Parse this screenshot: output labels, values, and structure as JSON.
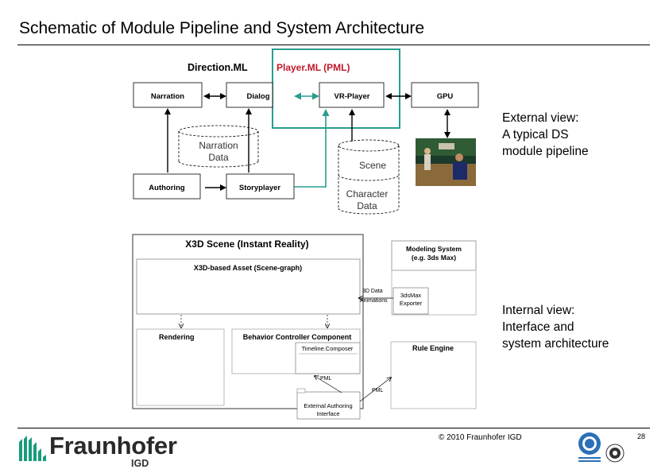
{
  "slide": {
    "title": "Schematic of Module Pipeline and System Architecture",
    "copyright": "© 2010 Fraunhofer IGD",
    "page_number": "28"
  },
  "external_caption": [
    "External view:",
    "A typical DS",
    "module pipeline"
  ],
  "internal_caption": [
    "Internal view:",
    "Interface and",
    "system architecture"
  ],
  "pipeline": {
    "direction_ml": "Direction.ML",
    "player_ml": "Player.ML (PML)",
    "narration": "Narration",
    "dialog": "Dialog",
    "vr_player": "VR-Player",
    "gpu": "GPU",
    "narration_data": [
      "Narration",
      "Data"
    ],
    "scene": "Scene",
    "character_data": [
      "Character",
      "Data"
    ],
    "authoring": "Authoring",
    "storyplayer": "Storyplayer",
    "colors": {
      "player_ml": "#2a9d8f",
      "arrow": "#000000"
    }
  },
  "architecture": {
    "x3d_scene": "X3D Scene (Instant Reality)",
    "x3d_asset": "X3D-based Asset (Scene-graph)",
    "modeling_system": [
      "Modeling System",
      "(e.g. 3ds Max)"
    ],
    "data_label": [
      "3D Data",
      "Animations"
    ],
    "exporter": [
      "3dsMax",
      "Exporter"
    ],
    "rendering": "Rendering",
    "behavior_controller": "Behavior Controller Component",
    "timeline_composer": "Timeline.Composer",
    "rule_engine": "Rule Engine",
    "pml_1": "PML",
    "pml_2": "PML",
    "external_authoring": [
      "External Authoring",
      "Interface"
    ]
  },
  "logo": {
    "name": "Fraunhofer",
    "sub": "IGD",
    "badge_1": "ISO 9001 certification seal",
    "badge_2": "IQNet certification seal"
  }
}
